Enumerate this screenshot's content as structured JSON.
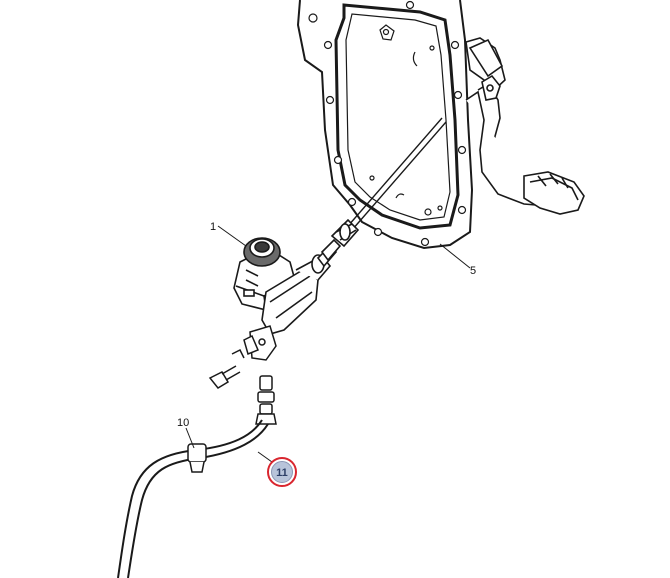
{
  "diagram": {
    "callouts": [
      {
        "id": "1",
        "text": "1"
      },
      {
        "id": "5",
        "text": "5"
      },
      {
        "id": "10",
        "text": "10"
      },
      {
        "id": "11",
        "text": "11",
        "highlighted": true
      }
    ]
  },
  "colors": {
    "line": "#1a1a1a",
    "highlight_ring": "#d9262f",
    "highlight_fill": "#b8c4da",
    "background": "#ffffff"
  }
}
